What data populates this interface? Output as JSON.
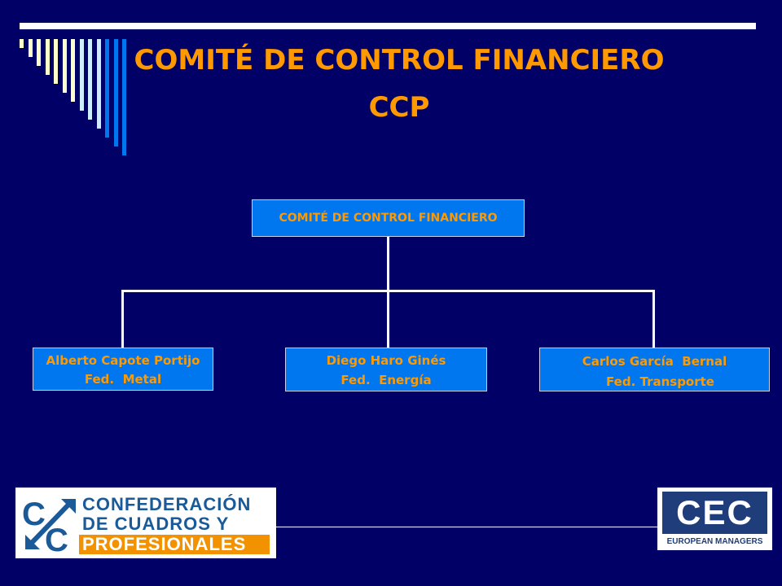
{
  "title": {
    "line1": "COMITÉ DE CONTROL FINANCIERO",
    "line2": "CCP"
  },
  "org_chart": {
    "root": "COMITÉ DE CONTROL FINANCIERO",
    "members": [
      {
        "name": "Alberto Capote Portijo",
        "federation": "Fed.  Metal"
      },
      {
        "name": "Diego Haro Ginés",
        "federation": "Fed.  Energía"
      },
      {
        "name": "Carlos García  Bernal",
        "federation": "Fed. Transporte"
      }
    ]
  },
  "logos": {
    "ccp": {
      "line1": "CONFEDERACIÓN",
      "line2": "DE CUADROS Y",
      "line3": "PROFESIONALES",
      "mark": "C/C"
    },
    "cec": {
      "mark": "CEC",
      "subtitle": "EUROPEAN MANAGERS"
    }
  },
  "colors": {
    "background": "#000066",
    "accent": "#ff9900",
    "box": "#0077ee"
  }
}
